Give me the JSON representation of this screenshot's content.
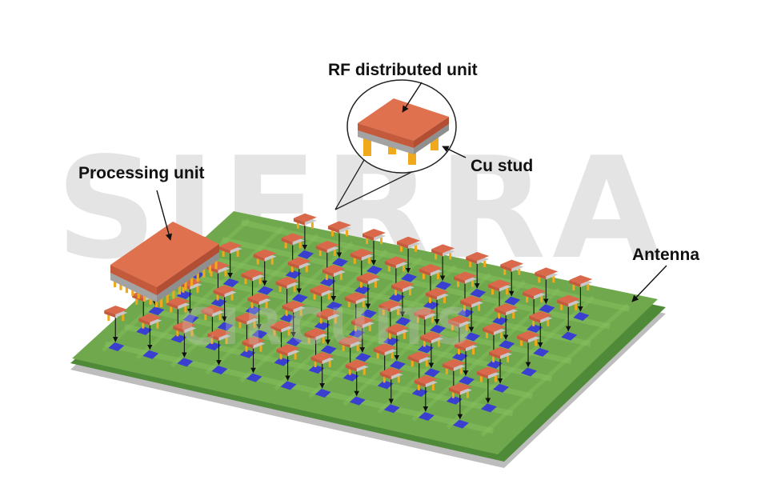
{
  "labels": {
    "rf_unit": "RF distributed unit",
    "cu_stud": "Cu stud",
    "processing_unit": "Processing unit",
    "antenna": "Antenna"
  },
  "watermark": {
    "line1": "SIERRA",
    "line2": "CIRCUITS"
  },
  "colors": {
    "board_top": "#6fa84d",
    "board_edge": "#4e8a37",
    "substrate_bottom": "#bdbdbd",
    "rf_chip_top": "#d9694a",
    "chip_side": "#a9a9a9",
    "stud": "#f0a81c",
    "antenna_patch": "#3a3fd0",
    "text": "#111111"
  },
  "icons": [
    "rf-chip-icon",
    "processing-chip-icon",
    "antenna-patch-icon",
    "cu-stud-icon"
  ]
}
